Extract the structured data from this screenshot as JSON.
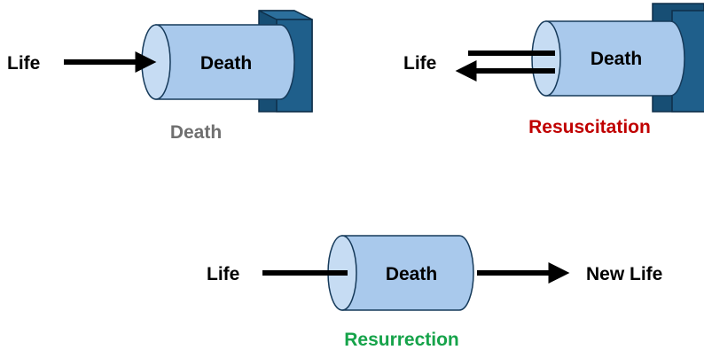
{
  "colors": {
    "cylinder_fill": "#a9c9ec",
    "cylinder_stroke": "#163a5a",
    "wall_fill": "#1f5f8b",
    "wall_side": "#174e74",
    "death_caption": "#6f6f6f",
    "resuscitation_caption": "#c00000",
    "resurrection_caption": "#16a34a",
    "arrow": "#000000"
  },
  "panels": {
    "death": {
      "input_label": "Life",
      "cylinder_label": "Death",
      "caption": "Death"
    },
    "resuscitation": {
      "output_label": "Life",
      "cylinder_label": "Death",
      "caption": "Resuscitation"
    },
    "resurrection": {
      "input_label": "Life",
      "cylinder_label": "Death",
      "output_label": "New Life",
      "caption": "Resurrection"
    }
  }
}
